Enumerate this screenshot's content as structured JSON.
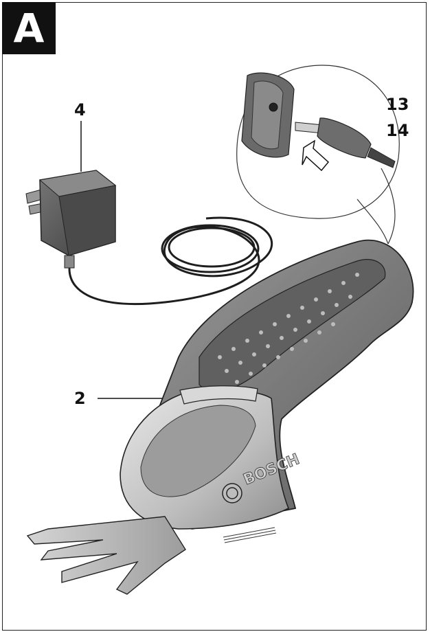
{
  "figure": {
    "label": "A"
  },
  "callouts": [
    {
      "id": "charger",
      "text": "4"
    },
    {
      "id": "socket",
      "text": "13"
    },
    {
      "id": "plug",
      "text": "14"
    },
    {
      "id": "battery-indicator",
      "text": "2"
    }
  ],
  "brand": {
    "logo_text": "BOSCH"
  },
  "colors": {
    "ink": "#111111",
    "body": "#7a7a7a",
    "grip": "#5a5a5a",
    "badge": "#111111"
  }
}
